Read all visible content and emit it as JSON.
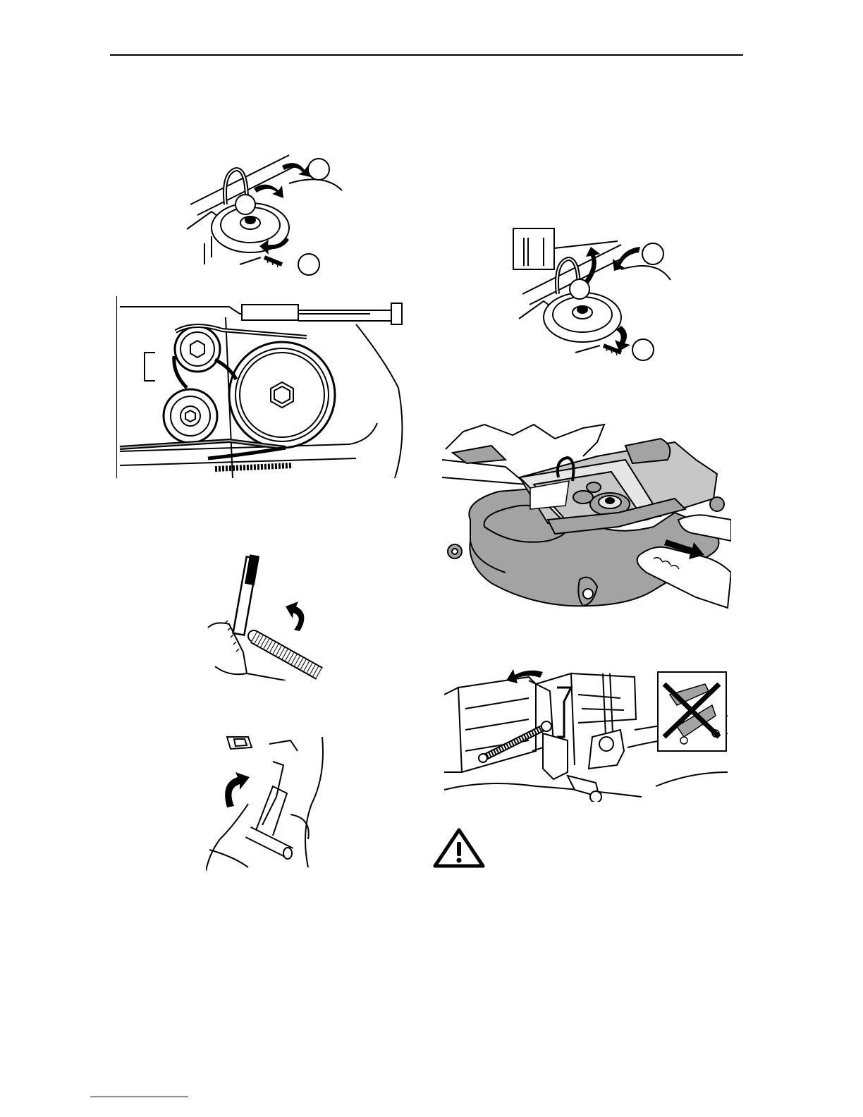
{
  "page": {
    "figures": [
      {
        "id": "fig-belt-remove-callouts",
        "callout_count": 3
      },
      {
        "id": "fig-belt-routing"
      },
      {
        "id": "fig-lift-lever-raise"
      },
      {
        "id": "fig-pedal-lever-raise"
      },
      {
        "id": "fig-belt-install-callouts",
        "callout_count": 3
      },
      {
        "id": "fig-deck-pull-out"
      },
      {
        "id": "fig-spring-hook-correct-incorrect"
      }
    ],
    "warning_icon": "warning-triangle-icon",
    "colors": {
      "ink": "#000000",
      "deck_gray": "#a3a3a3",
      "paper": "#ffffff"
    }
  }
}
